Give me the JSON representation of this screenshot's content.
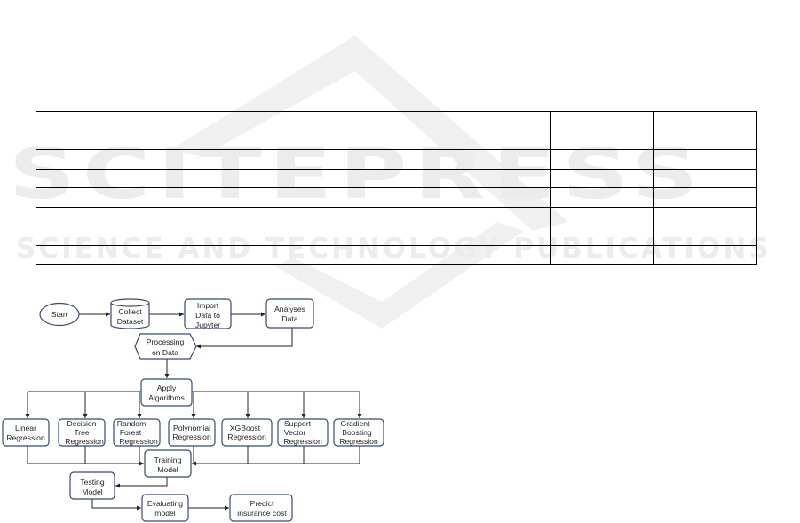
{
  "watermark": {
    "brand": "SCITEPRESS",
    "tagline": "SCIENCE AND TECHNOLOGY PUBLICATIONS"
  },
  "table": {
    "rows": 8,
    "columns": 7,
    "cells": []
  },
  "flowchart": {
    "start": "Start",
    "collect": [
      "Collect",
      "Dataset"
    ],
    "import": [
      "Import",
      "Data to",
      "Jupyter"
    ],
    "analyses": [
      "Analyses",
      "Data"
    ],
    "processing": [
      "Processing",
      "on Data"
    ],
    "apply": [
      "Apply",
      "Algorithms"
    ],
    "algorithms": [
      [
        "Linear",
        "Regression"
      ],
      [
        "Decision",
        "Tree",
        "Regression"
      ],
      [
        "Random",
        "Forest",
        "Regression"
      ],
      [
        "Polynomial",
        "Regression"
      ],
      [
        "XGBoost",
        "Regression"
      ],
      [
        "Support",
        "Vector",
        "Regression"
      ],
      [
        "Gradient",
        "Boosting",
        "Regression"
      ]
    ],
    "training": [
      "Training",
      "Model"
    ],
    "testing": [
      "Testing",
      "Model"
    ],
    "evaluating": [
      "Evaluating",
      "model"
    ],
    "predict": [
      "Predict",
      "insurance cost"
    ]
  }
}
